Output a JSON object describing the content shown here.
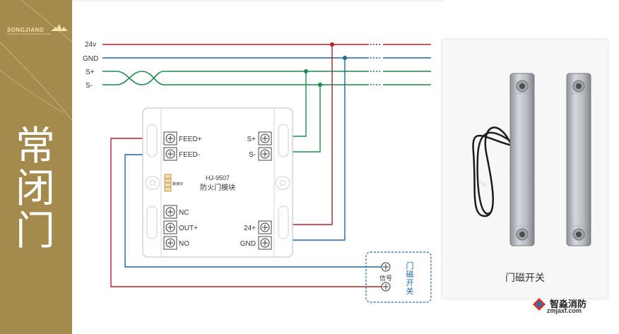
{
  "brand": {
    "name": "SONGJIANG",
    "subtitle": "SONGJIANG YUNAN ELECTRONIC CO.,LTD."
  },
  "title_chars": [
    "常",
    "闭",
    "门"
  ],
  "bus_lines": [
    {
      "label": "24v",
      "color": "#b5212a"
    },
    {
      "label": "GND",
      "color": "#1d66a8"
    },
    {
      "label": "S+",
      "color": "#1f8a4c"
    },
    {
      "label": "S-",
      "color": "#1f8a4c"
    }
  ],
  "module": {
    "model": "HJ-9507",
    "name": "防火门模块",
    "chip_label": "跳接块",
    "left_terminals_top": [
      "FEED+",
      "FEED-"
    ],
    "left_terminals_bottom": [
      "NC",
      "OUT+",
      "NO"
    ],
    "right_terminals_top": [
      "S+",
      "S-"
    ],
    "right_terminals_bottom": [
      "24+",
      "GND"
    ]
  },
  "switch_box": {
    "signal_label": "信号",
    "name_chars": [
      "门",
      "磁",
      "开",
      "关"
    ]
  },
  "photo": {
    "caption": "门磁开关"
  },
  "watermark": {
    "top": "智淼消防",
    "bottom": "zmjaxf.com"
  },
  "colors": {
    "sidebar": "#a48a4d",
    "wire_red": "#b5212a",
    "wire_blue": "#1d66a8",
    "wire_green": "#1f8a4c"
  }
}
